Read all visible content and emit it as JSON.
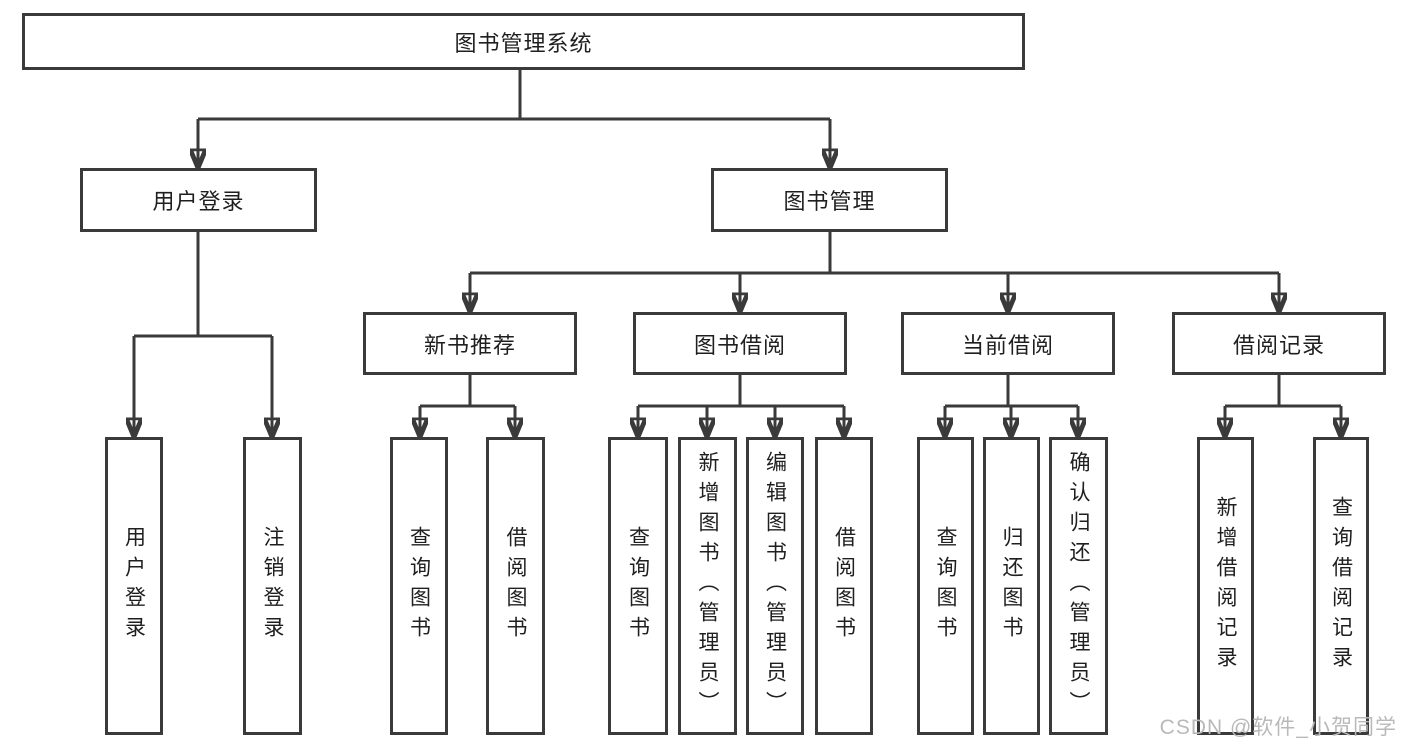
{
  "tree": {
    "label": "图书管理系统",
    "children": [
      {
        "label": "用户登录",
        "children": [
          {
            "label": "用户登录"
          },
          {
            "label": "注销登录"
          }
        ]
      },
      {
        "label": "图书管理",
        "children": [
          {
            "label": "新书推荐",
            "children": [
              {
                "label": "查询图书"
              },
              {
                "label": "借阅图书"
              }
            ]
          },
          {
            "label": "图书借阅",
            "children": [
              {
                "label": "查询图书"
              },
              {
                "label": "新增图书（管理员）"
              },
              {
                "label": "编辑图书（管理员）"
              },
              {
                "label": "借阅图书"
              }
            ]
          },
          {
            "label": "当前借阅",
            "children": [
              {
                "label": "查询图书"
              },
              {
                "label": "归还图书"
              },
              {
                "label": "确认归还（管理员）"
              }
            ]
          },
          {
            "label": "借阅记录",
            "children": [
              {
                "label": "新增借阅记录"
              },
              {
                "label": "查询借阅记录"
              }
            ]
          }
        ]
      }
    ]
  },
  "watermark": {
    "text": "CSDN @软件_小贺同学"
  },
  "colors": {
    "line": "#3a3a3a",
    "text": "#1f1f1f",
    "watermark": "#b9b9b9",
    "background": "#ffffff"
  }
}
